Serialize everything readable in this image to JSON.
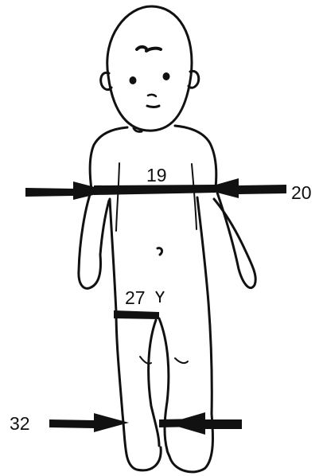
{
  "labels": {
    "chest_width": "19",
    "chest_arrows": "20",
    "thigh": "27",
    "ankle": "32"
  },
  "colors": {
    "ink": "#111111",
    "paper": "#ffffff"
  }
}
